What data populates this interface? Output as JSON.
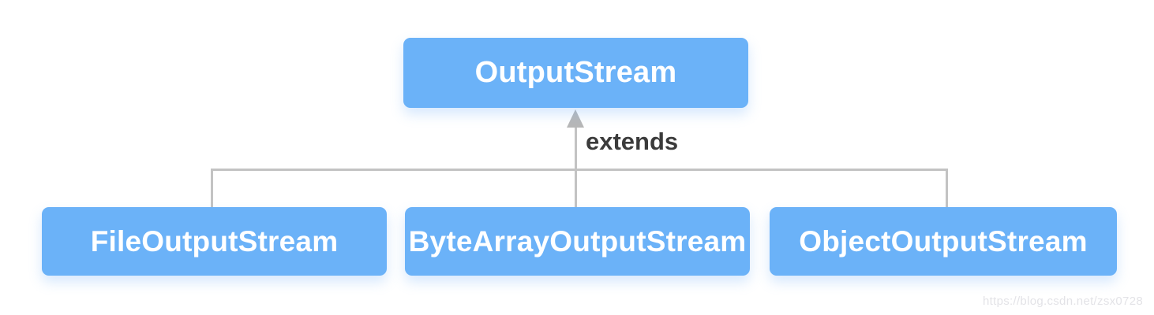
{
  "diagram": {
    "parent": {
      "label": "OutputStream"
    },
    "edge_label": "extends",
    "children": [
      {
        "label": "FileOutputStream"
      },
      {
        "label": "ByteArrayOutputStream"
      },
      {
        "label": "ObjectOutputStream"
      }
    ],
    "colors": {
      "node_fill": "#6bb2f8",
      "node_text": "#ffffff",
      "connector": "#c3c3c3",
      "arrowhead": "#b7b7b7",
      "edge_label_color": "#3b3b3b",
      "watermark_color": "#e3e3e7"
    }
  },
  "watermark": {
    "text": "https://blog.csdn.net/zsx0728"
  }
}
